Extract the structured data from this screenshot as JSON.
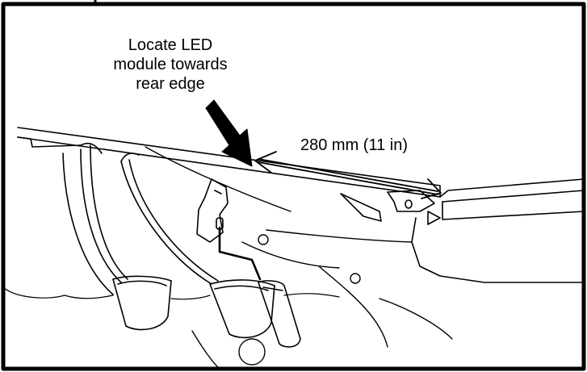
{
  "callout": {
    "lines": [
      "Locate LED",
      "module towards",
      "rear edge"
    ]
  },
  "dimension": {
    "text": "280 mm (11 in)"
  },
  "colors": {
    "ink": "#000000",
    "paper": "#ffffff"
  }
}
